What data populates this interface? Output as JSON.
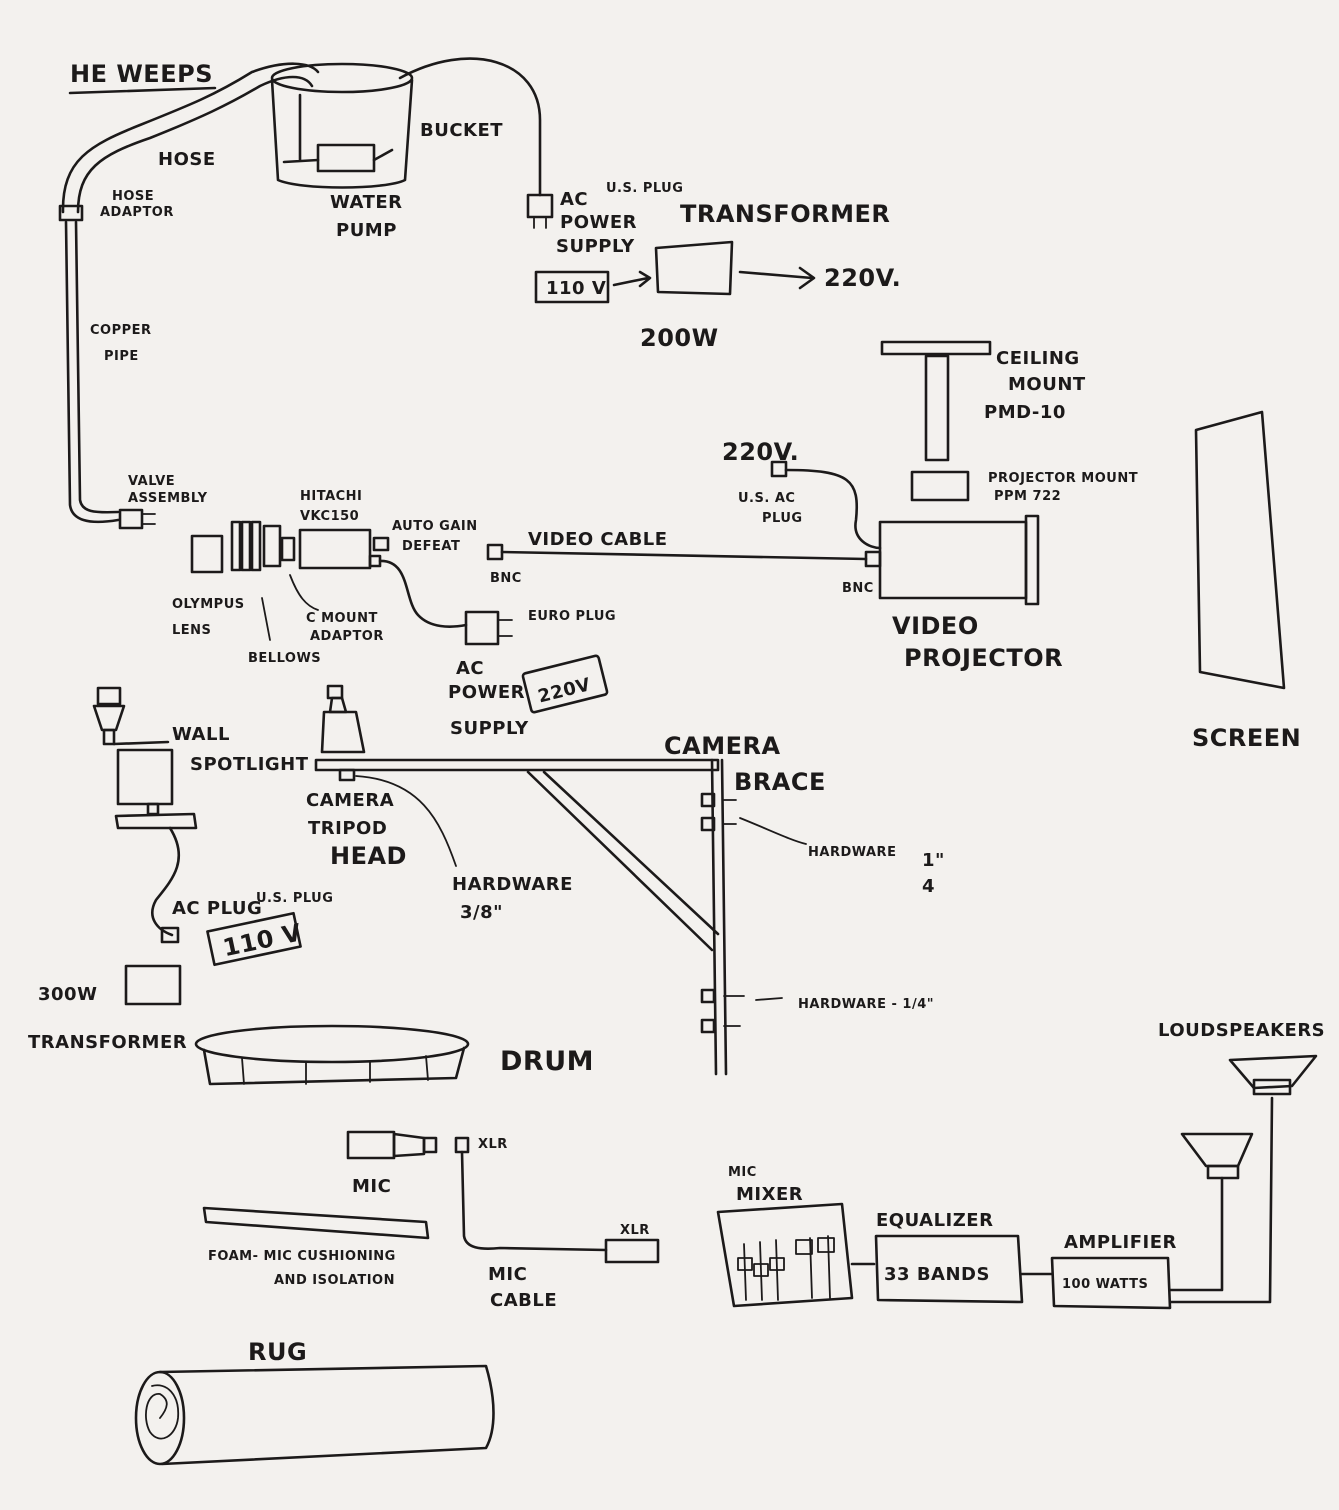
{
  "title": "HE WEEPS",
  "labels": {
    "hose": "HOSE",
    "hose_adaptor_1": "HOSE",
    "hose_adaptor_2": "ADAPTOR",
    "bucket": "BUCKET",
    "water_pump_1": "WATER",
    "water_pump_2": "PUMP",
    "us_plug_top": "U.S. PLUG",
    "ac_power_supply_1": "AC",
    "ac_power_supply_2": "POWER",
    "ac_power_supply_3": "SUPPLY",
    "transformer_top": "TRANSFORMER",
    "v110_top": "110 V",
    "v220_out": "220V.",
    "w200": "200W",
    "copper_pipe_1": "COPPER",
    "copper_pipe_2": "PIPE",
    "ceiling_mount_1": "CEILING",
    "ceiling_mount_2": "MOUNT",
    "ceiling_mount_3": "PMD-10",
    "v220_projector": "220V.",
    "us_ac_plug_1": "U.S. AC",
    "us_ac_plug_2": "PLUG",
    "projector_mount_1": "PROJECTOR MOUNT",
    "projector_mount_2": "PPM 722",
    "valve_assembly_1": "VALVE",
    "valve_assembly_2": "ASSEMBLY",
    "hitachi_1": "HITACHI",
    "hitachi_2": "VKC150",
    "auto_gain_1": "AUTO GAIN",
    "auto_gain_2": "DEFEAT",
    "video_cable": "VIDEO CABLE",
    "bnc_left": "BNC",
    "bnc_right": "BNC",
    "euro_plug": "EURO PLUG",
    "olympus_lens_1": "OLYMPUS",
    "olympus_lens_2": "LENS",
    "c_mount_1": "C MOUNT",
    "c_mount_2": "ADAPTOR",
    "bellows": "BELLOWS",
    "ac_power_supply2_1": "AC",
    "ac_power_supply2_2": "POWER",
    "ac_power_supply2_3": "SUPPLY",
    "v220_box": "220V",
    "video_projector_1": "VIDEO",
    "video_projector_2": "PROJECTOR",
    "screen": "SCREEN",
    "wall_spotlight_1": "WALL",
    "wall_spotlight_2": "SPOTLIGHT",
    "camera_brace_1": "CAMERA",
    "camera_brace_2": "BRACE",
    "camera_tripod_1": "CAMERA",
    "camera_tripod_2": "TRIPOD",
    "camera_tripod_3": "HEAD",
    "hardware_38_1": "HARDWARE",
    "hardware_38_2": "3/8\"",
    "hardware_14_top": "HARDWARE",
    "hardware_14_top_num": "1\"",
    "hardware_14_top_den": "4",
    "ac_plug": "AC PLUG",
    "us_plug_lower": "U.S. PLUG",
    "v110_lower": "110 V",
    "w300": "300W",
    "transformer_lower": "TRANSFORMER",
    "drum": "DRUM",
    "hardware_14_bottom": "HARDWARE - 1/4\"",
    "loudspeakers": "LOUDSPEAKERS",
    "mic": "MIC",
    "xlr_top": "XLR",
    "xlr_bottom": "XLR",
    "mic_cable_1": "MIC",
    "mic_cable_2": "CABLE",
    "foam_1": "FOAM- MIC CUSHIONING",
    "foam_2": "AND ISOLATION",
    "mic_mixer_1": "MIC",
    "mic_mixer_2": "MIXER",
    "equalizer": "EQUALIZER",
    "bands": "33 BANDS",
    "amplifier": "AMPLIFIER",
    "watts": "100 WATTS",
    "rug": "RUG"
  },
  "colors": {
    "paper": "#f3f1ee",
    "ink": "#1c1a1a"
  }
}
